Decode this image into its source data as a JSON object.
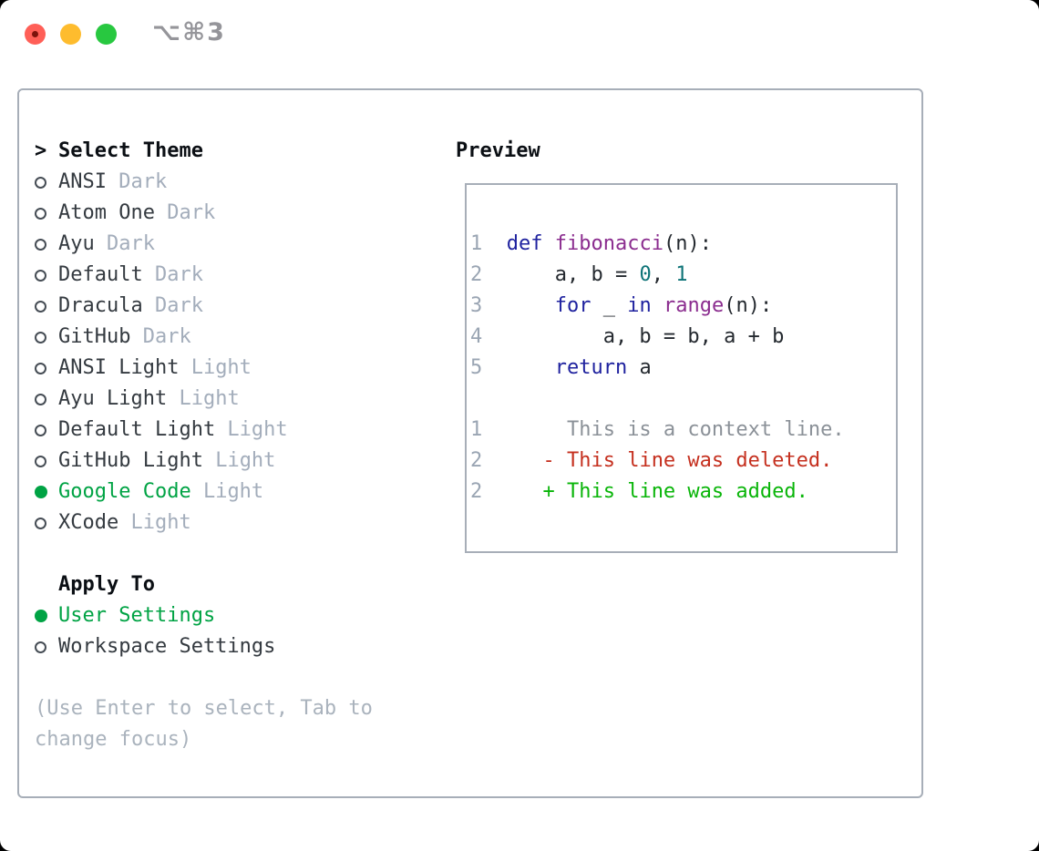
{
  "window": {
    "title": "⌥⌘3",
    "traffic_lights": [
      "close",
      "minimize",
      "zoom"
    ]
  },
  "theme_list": {
    "cursor": ">",
    "header": "Select Theme",
    "items": [
      {
        "name": "ANSI",
        "variant": "Dark",
        "selected": false
      },
      {
        "name": "Atom One",
        "variant": "Dark",
        "selected": false
      },
      {
        "name": "Ayu",
        "variant": "Dark",
        "selected": false
      },
      {
        "name": "Default",
        "variant": "Dark",
        "selected": false
      },
      {
        "name": "Dracula",
        "variant": "Dark",
        "selected": false
      },
      {
        "name": "GitHub",
        "variant": "Dark",
        "selected": false
      },
      {
        "name": "ANSI Light",
        "variant": "Light",
        "selected": false
      },
      {
        "name": "Ayu Light",
        "variant": "Light",
        "selected": false
      },
      {
        "name": "Default Light",
        "variant": "Light",
        "selected": false
      },
      {
        "name": "GitHub Light",
        "variant": "Light",
        "selected": false
      },
      {
        "name": "Google Code",
        "variant": "Light",
        "selected": true
      },
      {
        "name": "XCode",
        "variant": "Light",
        "selected": false
      }
    ]
  },
  "apply_to": {
    "header": "Apply To",
    "options": [
      {
        "name": "User Settings",
        "selected": true
      },
      {
        "name": "Workspace Settings",
        "selected": false
      }
    ]
  },
  "help_text": "(Use Enter to select, Tab to change focus)",
  "preview": {
    "title": "Preview",
    "lines": [
      {
        "num": "1",
        "segments": [
          {
            "text": "  ",
            "style": "plain"
          },
          {
            "text": "def",
            "style": "keyword"
          },
          {
            "text": " ",
            "style": "plain"
          },
          {
            "text": "fibonacci",
            "style": "function"
          },
          {
            "text": "(n):",
            "style": "plain"
          }
        ]
      },
      {
        "num": "2",
        "segments": [
          {
            "text": "      a, b = ",
            "style": "plain"
          },
          {
            "text": "0",
            "style": "number"
          },
          {
            "text": ", ",
            "style": "plain"
          },
          {
            "text": "1",
            "style": "number"
          }
        ]
      },
      {
        "num": "3",
        "segments": [
          {
            "text": "      ",
            "style": "plain"
          },
          {
            "text": "for",
            "style": "keyword"
          },
          {
            "text": " _ ",
            "style": "plain"
          },
          {
            "text": "in",
            "style": "keyword"
          },
          {
            "text": " ",
            "style": "plain"
          },
          {
            "text": "range",
            "style": "function"
          },
          {
            "text": "(n):",
            "style": "plain"
          }
        ]
      },
      {
        "num": "4",
        "segments": [
          {
            "text": "          a, b = b, a + b",
            "style": "plain"
          }
        ]
      },
      {
        "num": "5",
        "segments": [
          {
            "text": "      ",
            "style": "plain"
          },
          {
            "text": "return",
            "style": "keyword"
          },
          {
            "text": " a",
            "style": "plain"
          }
        ]
      },
      {
        "num": "",
        "segments": []
      },
      {
        "num": "1",
        "segments": [
          {
            "text": "       This is a context line.",
            "style": "context"
          }
        ]
      },
      {
        "num": "2",
        "segments": [
          {
            "text": "     ",
            "style": "plain"
          },
          {
            "text": "- This line was deleted.",
            "style": "deleted"
          }
        ]
      },
      {
        "num": "2",
        "segments": [
          {
            "text": "     ",
            "style": "plain"
          },
          {
            "text": "+ This line was added.",
            "style": "added"
          }
        ]
      }
    ]
  },
  "colors": {
    "accent_green": "#00a344",
    "keyword": "#1f229f",
    "function": "#8b2d8f",
    "number_literal": "#0d7377",
    "code_plain": "#24292f",
    "line_number": "#9aa5b3",
    "diff_context": "#8b9198",
    "diff_deleted": "#c5301f",
    "diff_added": "#09b509",
    "variant_label": "#a3adbb",
    "item_text": "#343a40",
    "help_text": "#aab3bd",
    "panel_border": "#a7aeb8",
    "traffic_red": "#ff5f57",
    "traffic_yellow": "#febc2e",
    "traffic_green": "#28c840"
  }
}
